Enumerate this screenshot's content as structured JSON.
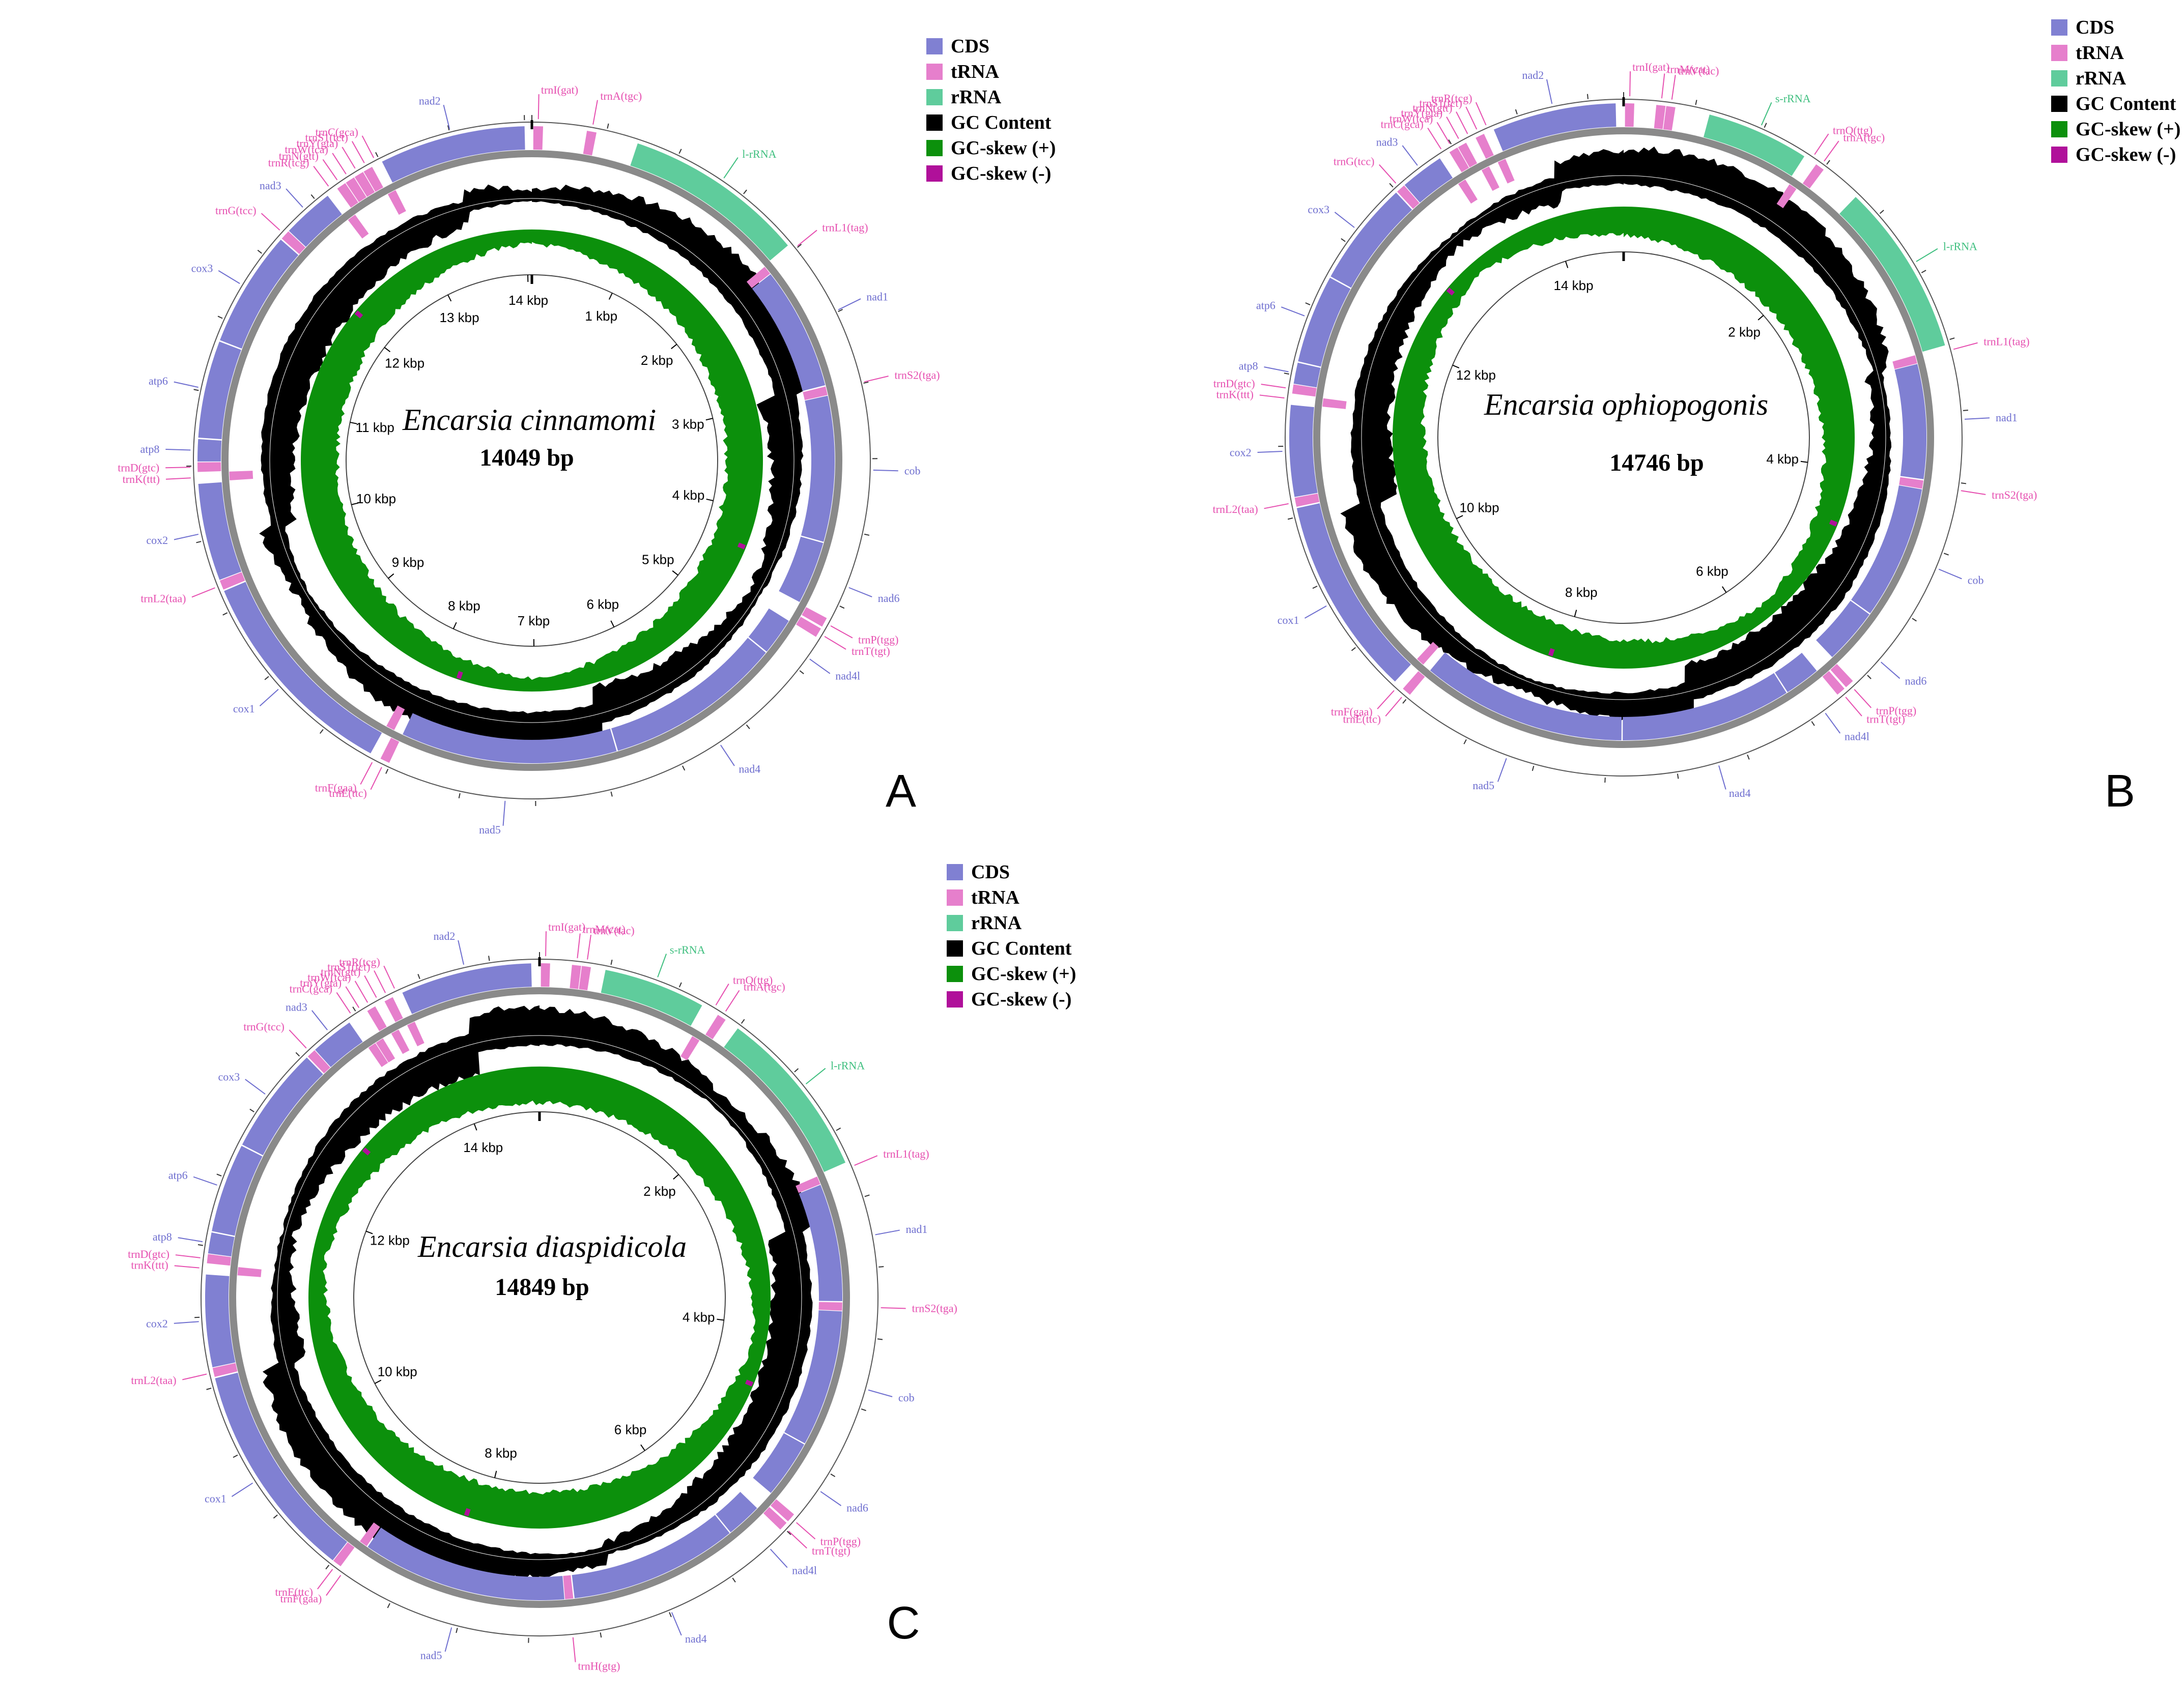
{
  "colors": {
    "CDS": "#8080d2",
    "tRNA": "#e67fcc",
    "rRNA": "#5fcc9c",
    "gc_content": "#000000",
    "skew_pos": "#0c900c",
    "skew_neg": "#b0109a",
    "backbone": "#8a8a8a"
  },
  "legend": [
    {
      "key": "CDS",
      "label": "CDS"
    },
    {
      "key": "tRNA",
      "label": "tRNA"
    },
    {
      "key": "rRNA",
      "label": "rRNA"
    },
    {
      "key": "gc_content",
      "label": "GC Content"
    },
    {
      "key": "skew_pos",
      "label": "GC-skew (+)"
    },
    {
      "key": "skew_neg",
      "label": "GC-skew (-)"
    }
  ],
  "panels": [
    {
      "letter": "A",
      "species": "Encarsia cinnamomi",
      "size_label": "14049 bp",
      "length": 14049,
      "ticks": [
        {
          "kb": 1,
          "label": "1 kbp"
        },
        {
          "kb": 2,
          "label": "2 kbp"
        },
        {
          "kb": 3,
          "label": "3 kbp"
        },
        {
          "kb": 4,
          "label": "4 kbp"
        },
        {
          "kb": 5,
          "label": "5 kbp"
        },
        {
          "kb": 6,
          "label": "6 kbp"
        },
        {
          "kb": 7,
          "label": "7 kbp"
        },
        {
          "kb": 8,
          "label": "8 kbp"
        },
        {
          "kb": 9,
          "label": "9 kbp"
        },
        {
          "kb": 10,
          "label": "10 kbp"
        },
        {
          "kb": 11,
          "label": "11 kbp"
        },
        {
          "kb": 12,
          "label": "12 kbp"
        },
        {
          "kb": 13,
          "label": "13 kbp"
        },
        {
          "kb": 14,
          "label": "14 kbp"
        }
      ],
      "features": [
        {
          "type": "tRNA",
          "label": "trnI(gat)",
          "start": 10,
          "end": 75,
          "strand": "+"
        },
        {
          "type": "tRNA",
          "label": "trnA(tgc)",
          "start": 370,
          "end": 435,
          "strand": "+"
        },
        {
          "type": "rRNA",
          "label": "l-rRNA",
          "start": 720,
          "end": 1950,
          "strand": "+"
        },
        {
          "type": "tRNA",
          "label": "trnL1(tag)",
          "start": 1960,
          "end": 2025,
          "strand": "-"
        },
        {
          "type": "CDS",
          "label": "nad1",
          "start": 2030,
          "end": 2950,
          "strand": "-"
        },
        {
          "type": "tRNA",
          "label": "trnS2(tga)",
          "start": 2960,
          "end": 3025,
          "strand": "-"
        },
        {
          "type": "CDS",
          "label": "cob",
          "start": 3030,
          "end": 4120,
          "strand": "-"
        },
        {
          "type": "CDS",
          "label": "nad6",
          "start": 4130,
          "end": 4600,
          "strand": "-"
        },
        {
          "type": "tRNA",
          "label": "trnP(tgg)",
          "start": 4610,
          "end": 4675,
          "strand": "+"
        },
        {
          "type": "tRNA",
          "label": "trnT(tgt)",
          "start": 4690,
          "end": 4755,
          "strand": "+"
        },
        {
          "type": "CDS",
          "label": "nad4l",
          "start": 4760,
          "end": 5040,
          "strand": "-"
        },
        {
          "type": "CDS",
          "label": "nad4",
          "start": 5050,
          "end": 6380,
          "strand": "-"
        },
        {
          "type": "CDS",
          "label": "nad5",
          "start": 6390,
          "end": 8010,
          "strand": "-"
        },
        {
          "type": "tRNA",
          "label": "trnE(ttc)",
          "start": 8010,
          "end": 8075,
          "strand": "+"
        },
        {
          "type": "tRNA",
          "label": "trnF(gaa)",
          "start": 8080,
          "end": 8145,
          "strand": "-"
        },
        {
          "type": "CDS",
          "label": "cox1",
          "start": 8150,
          "end": 9640,
          "strand": "+"
        },
        {
          "type": "tRNA",
          "label": "trnL2(taa)",
          "start": 9650,
          "end": 9715,
          "strand": "+"
        },
        {
          "type": "CDS",
          "label": "cox2",
          "start": 9720,
          "end": 10380,
          "strand": "+"
        },
        {
          "type": "tRNA",
          "label": "trnK(ttt)",
          "start": 10390,
          "end": 10455,
          "strand": "-"
        },
        {
          "type": "tRNA",
          "label": "trnD(gtc)",
          "start": 10460,
          "end": 10525,
          "strand": "+"
        },
        {
          "type": "CDS",
          "label": "atp8",
          "start": 10530,
          "end": 10680,
          "strand": "+"
        },
        {
          "type": "CDS",
          "label": "atp6",
          "start": 10690,
          "end": 11350,
          "strand": "+"
        },
        {
          "type": "CDS",
          "label": "cox3",
          "start": 11360,
          "end": 12150,
          "strand": "+"
        },
        {
          "type": "tRNA",
          "label": "trnG(tcc)",
          "start": 12160,
          "end": 12225,
          "strand": "+"
        },
        {
          "type": "CDS",
          "label": "nad3",
          "start": 12230,
          "end": 12580,
          "strand": "+"
        },
        {
          "type": "tRNA",
          "label": "trnR(tcg)",
          "start": 12590,
          "end": 12655,
          "strand": "-"
        },
        {
          "type": "tRNA",
          "label": "trnN(gtt)",
          "start": 12660,
          "end": 12725,
          "strand": "+"
        },
        {
          "type": "tRNA",
          "label": "trnW(tca)",
          "start": 12730,
          "end": 12795,
          "strand": "+"
        },
        {
          "type": "tRNA",
          "label": "trnY(gta)",
          "start": 12800,
          "end": 12865,
          "strand": "+"
        },
        {
          "type": "tRNA",
          "label": "trnS1(tct)",
          "start": 12870,
          "end": 12935,
          "strand": "+"
        },
        {
          "type": "tRNA",
          "label": "trnC(gca)",
          "start": 12940,
          "end": 13005,
          "strand": "-"
        },
        {
          "type": "CDS",
          "label": "nad2",
          "start": 13010,
          "end": 14000,
          "strand": "+"
        }
      ]
    },
    {
      "letter": "B",
      "species": "Encarsia ophiopogonis",
      "size_label": "14746 bp",
      "length": 14746,
      "ticks": [
        {
          "kb": 2,
          "label": "2 kbp"
        },
        {
          "kb": 4,
          "label": "4 kbp"
        },
        {
          "kb": 6,
          "label": "6 kbp"
        },
        {
          "kb": 8,
          "label": "8 kbp"
        },
        {
          "kb": 10,
          "label": "10 kbp"
        },
        {
          "kb": 12,
          "label": "12 kbp"
        },
        {
          "kb": 14,
          "label": "14 kbp"
        }
      ],
      "features": [
        {
          "type": "tRNA",
          "label": "trnI(gat)",
          "start": 10,
          "end": 75,
          "strand": "+"
        },
        {
          "type": "tRNA",
          "label": "trnM(cat)",
          "start": 230,
          "end": 295,
          "strand": "+"
        },
        {
          "type": "tRNA",
          "label": "trnV(tac)",
          "start": 300,
          "end": 365,
          "strand": "+"
        },
        {
          "type": "rRNA",
          "label": "s-rRNA",
          "start": 610,
          "end": 1340,
          "strand": "+"
        },
        {
          "type": "tRNA",
          "label": "trnQ(ttg)",
          "start": 1360,
          "end": 1425,
          "strand": "-"
        },
        {
          "type": "tRNA",
          "label": "trnA(tgc)",
          "start": 1440,
          "end": 1505,
          "strand": "+"
        },
        {
          "type": "rRNA",
          "label": "l-rRNA",
          "start": 1800,
          "end": 3030,
          "strand": "+"
        },
        {
          "type": "tRNA",
          "label": "trnL1(tag)",
          "start": 3040,
          "end": 3105,
          "strand": "-"
        },
        {
          "type": "CDS",
          "label": "nad1",
          "start": 3110,
          "end": 4010,
          "strand": "-"
        },
        {
          "type": "tRNA",
          "label": "trnS2(tga)",
          "start": 4020,
          "end": 4085,
          "strand": "-"
        },
        {
          "type": "CDS",
          "label": "cob",
          "start": 4090,
          "end": 5140,
          "strand": "-"
        },
        {
          "type": "CDS",
          "label": "nad6",
          "start": 5150,
          "end": 5590,
          "strand": "-"
        },
        {
          "type": "tRNA",
          "label": "trnP(tgg)",
          "start": 5600,
          "end": 5665,
          "strand": "+"
        },
        {
          "type": "tRNA",
          "label": "trnT(tgt)",
          "start": 5680,
          "end": 5745,
          "strand": "+"
        },
        {
          "type": "CDS",
          "label": "nad4l",
          "start": 5750,
          "end": 6030,
          "strand": "-"
        },
        {
          "type": "CDS",
          "label": "nad4",
          "start": 6040,
          "end": 7380,
          "strand": "-"
        },
        {
          "type": "CDS",
          "label": "nad5",
          "start": 7390,
          "end": 9000,
          "strand": "-"
        },
        {
          "type": "tRNA",
          "label": "trnE(ttc)",
          "start": 9000,
          "end": 9065,
          "strand": "+"
        },
        {
          "type": "tRNA",
          "label": "trnF(gaa)",
          "start": 9070,
          "end": 9135,
          "strand": "-"
        },
        {
          "type": "CDS",
          "label": "cox1",
          "start": 9140,
          "end": 10560,
          "strand": "+"
        },
        {
          "type": "tRNA",
          "label": "trnL2(taa)",
          "start": 10570,
          "end": 10635,
          "strand": "+"
        },
        {
          "type": "CDS",
          "label": "cox2",
          "start": 10640,
          "end": 11290,
          "strand": "+"
        },
        {
          "type": "tRNA",
          "label": "trnK(ttt)",
          "start": 11300,
          "end": 11365,
          "strand": "-"
        },
        {
          "type": "tRNA",
          "label": "trnD(gtc)",
          "start": 11370,
          "end": 11435,
          "strand": "+"
        },
        {
          "type": "CDS",
          "label": "atp8",
          "start": 11440,
          "end": 11590,
          "strand": "+"
        },
        {
          "type": "CDS",
          "label": "atp6",
          "start": 11600,
          "end": 12230,
          "strand": "+"
        },
        {
          "type": "CDS",
          "label": "cox3",
          "start": 12240,
          "end": 12990,
          "strand": "+"
        },
        {
          "type": "tRNA",
          "label": "trnG(tcc)",
          "start": 13000,
          "end": 13065,
          "strand": "+"
        },
        {
          "type": "CDS",
          "label": "nad3",
          "start": 13070,
          "end": 13380,
          "strand": "+"
        },
        {
          "type": "tRNA",
          "label": "trnC(gca)",
          "start": 13390,
          "end": 13455,
          "strand": "-"
        },
        {
          "type": "tRNA",
          "label": "trnW(tca)",
          "start": 13460,
          "end": 13525,
          "strand": "+"
        },
        {
          "type": "tRNA",
          "label": "trnY(gta)",
          "start": 13530,
          "end": 13595,
          "strand": "+"
        },
        {
          "type": "tRNA",
          "label": "trnN(gtt)",
          "start": 13600,
          "end": 13665,
          "strand": "-"
        },
        {
          "type": "tRNA",
          "label": "trnS1(tct)",
          "start": 13670,
          "end": 13735,
          "strand": "+"
        },
        {
          "type": "tRNA",
          "label": "trnR(tcg)",
          "start": 13740,
          "end": 13805,
          "strand": "-"
        },
        {
          "type": "CDS",
          "label": "nad2",
          "start": 13810,
          "end": 14690,
          "strand": "+"
        }
      ]
    },
    {
      "letter": "C",
      "species": "Encarsia diaspidicola",
      "size_label": "14849 bp",
      "length": 14849,
      "ticks": [
        {
          "kb": 2,
          "label": "2 kbp"
        },
        {
          "kb": 4,
          "label": "4 kbp"
        },
        {
          "kb": 6,
          "label": "6 kbp"
        },
        {
          "kb": 8,
          "label": "8 kbp"
        },
        {
          "kb": 10,
          "label": "10 kbp"
        },
        {
          "kb": 12,
          "label": "12 kbp"
        },
        {
          "kb": 14,
          "label": "14 kbp"
        }
      ],
      "features": [
        {
          "type": "tRNA",
          "label": "trnI(gat)",
          "start": 10,
          "end": 75,
          "strand": "+"
        },
        {
          "type": "tRNA",
          "label": "trnM(cat)",
          "start": 230,
          "end": 295,
          "strand": "+"
        },
        {
          "type": "tRNA",
          "label": "trnV(tac)",
          "start": 300,
          "end": 365,
          "strand": "+"
        },
        {
          "type": "rRNA",
          "label": "s-rRNA",
          "start": 470,
          "end": 1200,
          "strand": "+"
        },
        {
          "type": "tRNA",
          "label": "trnQ(ttg)",
          "start": 1250,
          "end": 1315,
          "strand": "-"
        },
        {
          "type": "tRNA",
          "label": "trnA(tgc)",
          "start": 1330,
          "end": 1395,
          "strand": "+"
        },
        {
          "type": "rRNA",
          "label": "l-rRNA",
          "start": 1500,
          "end": 2730,
          "strand": "+"
        },
        {
          "type": "tRNA",
          "label": "trnL1(tag)",
          "start": 2740,
          "end": 2805,
          "strand": "-"
        },
        {
          "type": "CDS",
          "label": "nad1",
          "start": 2810,
          "end": 3740,
          "strand": "-"
        },
        {
          "type": "tRNA",
          "label": "trnS2(tga)",
          "start": 3750,
          "end": 3815,
          "strand": "-"
        },
        {
          "type": "CDS",
          "label": "cob",
          "start": 3820,
          "end": 4900,
          "strand": "-"
        },
        {
          "type": "CDS",
          "label": "nad6",
          "start": 4910,
          "end": 5370,
          "strand": "-"
        },
        {
          "type": "tRNA",
          "label": "trnP(tgg)",
          "start": 5380,
          "end": 5445,
          "strand": "+"
        },
        {
          "type": "tRNA",
          "label": "trnT(tgt)",
          "start": 5460,
          "end": 5525,
          "strand": "+"
        },
        {
          "type": "CDS",
          "label": "nad4l",
          "start": 5530,
          "end": 5810,
          "strand": "-"
        },
        {
          "type": "CDS",
          "label": "nad4",
          "start": 5820,
          "end": 7150,
          "strand": "-"
        },
        {
          "type": "tRNA",
          "label": "trnH(gtg)",
          "start": 7160,
          "end": 7225,
          "strand": "-"
        },
        {
          "type": "CDS",
          "label": "nad5",
          "start": 7230,
          "end": 8850,
          "strand": "-"
        },
        {
          "type": "tRNA",
          "label": "trnF(gaa)",
          "start": 8860,
          "end": 8925,
          "strand": "-"
        },
        {
          "type": "tRNA",
          "label": "trnE(ttc)",
          "start": 8930,
          "end": 8995,
          "strand": "+"
        },
        {
          "type": "CDS",
          "label": "cox1",
          "start": 9000,
          "end": 10560,
          "strand": "+"
        },
        {
          "type": "tRNA",
          "label": "trnL2(taa)",
          "start": 10570,
          "end": 10635,
          "strand": "+"
        },
        {
          "type": "CDS",
          "label": "cox2",
          "start": 10640,
          "end": 11300,
          "strand": "+"
        },
        {
          "type": "tRNA",
          "label": "trnK(ttt)",
          "start": 11310,
          "end": 11375,
          "strand": "-"
        },
        {
          "type": "tRNA",
          "label": "trnD(gtc)",
          "start": 11380,
          "end": 11445,
          "strand": "+"
        },
        {
          "type": "CDS",
          "label": "atp8",
          "start": 11450,
          "end": 11600,
          "strand": "+"
        },
        {
          "type": "CDS",
          "label": "atp6",
          "start": 11610,
          "end": 12250,
          "strand": "+"
        },
        {
          "type": "CDS",
          "label": "cox3",
          "start": 12260,
          "end": 13030,
          "strand": "+"
        },
        {
          "type": "tRNA",
          "label": "trnG(tcc)",
          "start": 13040,
          "end": 13105,
          "strand": "+"
        },
        {
          "type": "CDS",
          "label": "nad3",
          "start": 13110,
          "end": 13420,
          "strand": "+"
        },
        {
          "type": "tRNA",
          "label": "trnC(gca)",
          "start": 13430,
          "end": 13495,
          "strand": "-"
        },
        {
          "type": "tRNA",
          "label": "trnY(gta)",
          "start": 13500,
          "end": 13565,
          "strand": "-"
        },
        {
          "type": "tRNA",
          "label": "trnW(tca)",
          "start": 13570,
          "end": 13635,
          "strand": "+"
        },
        {
          "type": "tRNA",
          "label": "trnN(gtt)",
          "start": 13640,
          "end": 13705,
          "strand": "-"
        },
        {
          "type": "tRNA",
          "label": "trnS1(tct)",
          "start": 13710,
          "end": 13775,
          "strand": "+"
        },
        {
          "type": "tRNA",
          "label": "trnR(tcg)",
          "start": 13780,
          "end": 13845,
          "strand": "-"
        },
        {
          "type": "CDS",
          "label": "nad2",
          "start": 13850,
          "end": 14790,
          "strand": "+"
        }
      ]
    }
  ]
}
